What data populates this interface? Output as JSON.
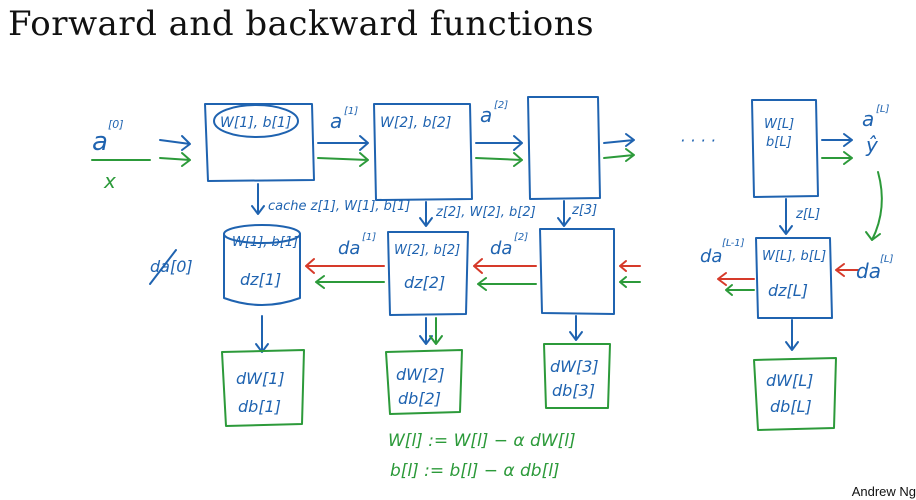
{
  "title": "Forward and backward functions",
  "author": "Andrew Ng",
  "colors": {
    "blue": "#1f63b0",
    "green": "#2c9a3a",
    "red": "#d63a2a"
  },
  "labels": {
    "input_a0": "a",
    "input_a0_sup": "[0]",
    "input_x": "x",
    "a1": "a",
    "a1_sup": "[1]",
    "a2": "a",
    "a2_sup": "[2]",
    "aL": "a",
    "aL_sup": "[L]",
    "yhat": "ŷ",
    "dots": "· · · ·",
    "fwd1_params": "W[1], b[1]",
    "fwd2_params": "W[2], b[2]",
    "fwdL_params_w": "W[L]",
    "fwdL_params_b": "b[L]",
    "cache1": "cache z[1], W[1], b[1]",
    "cache2": "z[2], W[2], b[2]",
    "cache3": "z[3]",
    "cacheL": "z[L]",
    "crossed_da0": "da[0]",
    "bwd1_params": "W[1], b[1]",
    "bwd1_dz": "dz[1]",
    "da1": "da",
    "da1_sup": "[1]",
    "bwd2_params": "W[2], b[2]",
    "bwd2_dz": "dz[2]",
    "da2": "da",
    "da2_sup": "[2]",
    "daLm1": "da",
    "daLm1_sup": "[L-1]",
    "bwdL_params": "W[L], b[L]",
    "bwdL_dz": "dz[L]",
    "daL": "da",
    "daL_sup": "[L]",
    "grad1_w": "dW[1]",
    "grad1_b": "db[1]",
    "grad2_w": "dW[2]",
    "grad2_b": "db[2]",
    "grad3_w": "dW[3]",
    "grad3_b": "db[3]",
    "gradL_w": "dW[L]",
    "gradL_b": "db[L]",
    "update_w": "W[l] := W[l] − α dW[l]",
    "update_b": "b[l] := b[l] − α db[l]"
  }
}
